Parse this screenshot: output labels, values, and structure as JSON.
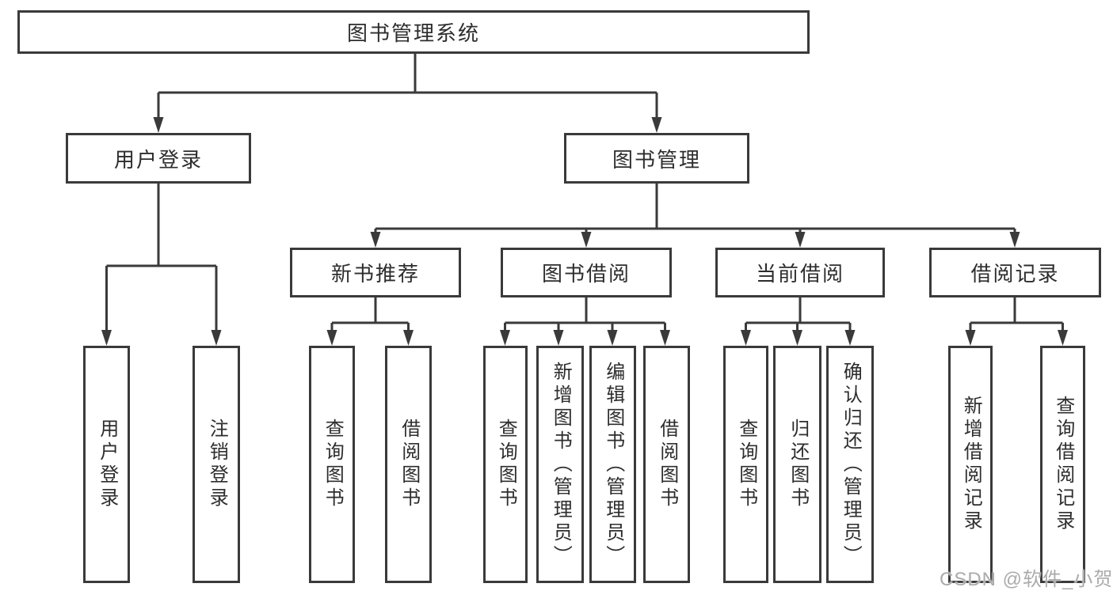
{
  "nodes": {
    "root": "图书管理系统",
    "l2": [
      "用户登录",
      "图书管理"
    ],
    "l3": [
      "新书推荐",
      "图书借阅",
      "当前借阅",
      "借阅记录"
    ],
    "leaf": [
      "用户登录",
      "注销登录",
      "查询图书",
      "借阅图书",
      "查询图书",
      "新增图书（管理员）",
      "编辑图书（管理员）",
      "借阅图书",
      "查询图书",
      "归还图书",
      "确认归还（管理员）",
      "新增借阅记录",
      "查询借阅记录"
    ]
  },
  "watermark": {
    "text": "CSDN @软件_小贺同学"
  },
  "colors": {
    "line": "#3a3a3a",
    "text": "#2d2d2d",
    "background": "#ffffff",
    "watermark": "#ababab"
  }
}
